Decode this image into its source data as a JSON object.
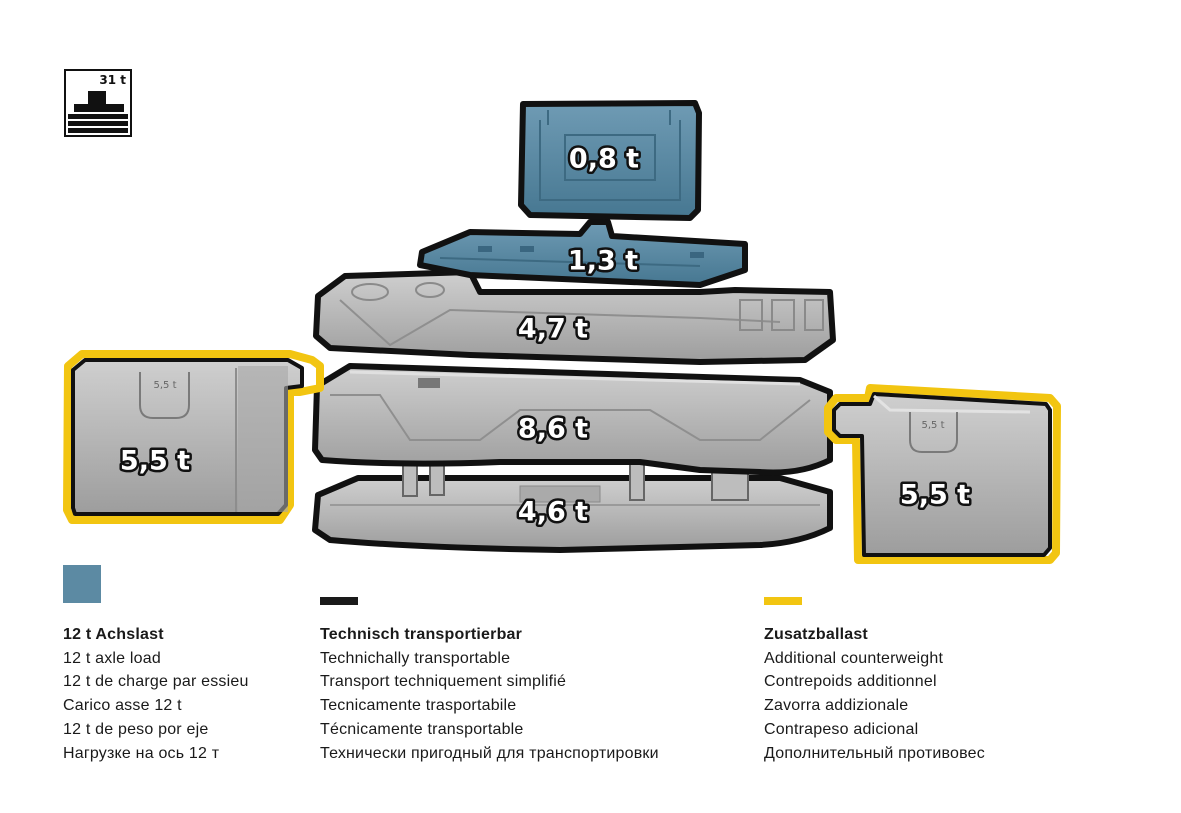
{
  "badge": {
    "label": "31 t"
  },
  "colors": {
    "blue": "#5c8aa3",
    "black": "#1a1a1a",
    "yellow": "#f2c511",
    "gray": "#b8b8b8"
  },
  "blocks": {
    "top": {
      "weight": "0,8 t"
    },
    "plate": {
      "weight": "1,3 t"
    },
    "upper": {
      "weight": "4,7 t"
    },
    "middle": {
      "weight": "8,6 t"
    },
    "base": {
      "weight": "4,6 t"
    },
    "left_side": {
      "weight": "5,5 t",
      "stamp": "5,5 t"
    },
    "right_side": {
      "weight": "5,5 t",
      "stamp": "5,5 t"
    }
  },
  "legend": [
    {
      "kind": "box",
      "title": "12 t Achslast",
      "lines": [
        "12 t axle load",
        "12 t de charge par essieu",
        "Carico asse 12 t",
        "12 t de peso por eje",
        "Нагрузке на ось 12 т"
      ]
    },
    {
      "kind": "line",
      "title": "Technisch transportierbar",
      "lines": [
        "Technichally transportable",
        "Transport techniquement simplifié",
        "Tecnicamente trasportabile",
        "Técnicamente transportable",
        "Технически пригодный для транспортировки"
      ]
    },
    {
      "kind": "line",
      "title": "Zusatzballast",
      "lines": [
        "Additional counterweight",
        "Contrepoids additionnel",
        "Zavorra addizionale",
        "Contrapeso adicional",
        "Дополнительный противовес"
      ]
    }
  ]
}
